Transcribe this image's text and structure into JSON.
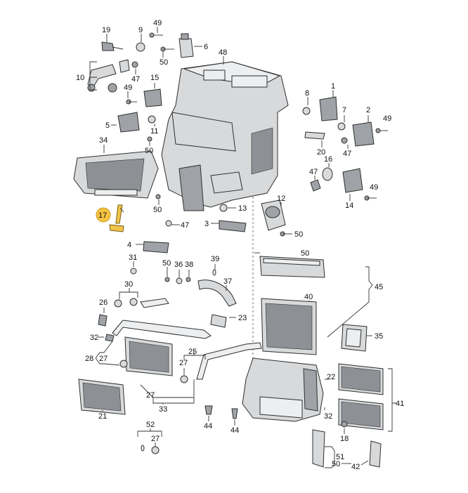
{
  "labels": [
    {
      "id": "19",
      "text": "19"
    },
    {
      "id": "9",
      "text": "9"
    },
    {
      "id": "49a",
      "text": "49"
    },
    {
      "id": "6",
      "text": "6"
    },
    {
      "id": "48",
      "text": "48"
    },
    {
      "id": "50a",
      "text": "50"
    },
    {
      "id": "10",
      "text": "10"
    },
    {
      "id": "47a",
      "text": "47"
    },
    {
      "id": "15",
      "text": "15"
    },
    {
      "id": "49b",
      "text": "49"
    },
    {
      "id": "5",
      "text": "5"
    },
    {
      "id": "11",
      "text": "11"
    },
    {
      "id": "50b",
      "text": "50"
    },
    {
      "id": "34",
      "text": "34"
    },
    {
      "id": "8",
      "text": "8"
    },
    {
      "id": "1",
      "text": "1"
    },
    {
      "id": "7",
      "text": "7"
    },
    {
      "id": "2",
      "text": "2"
    },
    {
      "id": "49c",
      "text": "49"
    },
    {
      "id": "20",
      "text": "20"
    },
    {
      "id": "47b",
      "text": "47"
    },
    {
      "id": "16",
      "text": "16"
    },
    {
      "id": "47c",
      "text": "47"
    },
    {
      "id": "49d",
      "text": "49"
    },
    {
      "id": "14",
      "text": "14"
    },
    {
      "id": "12",
      "text": "12"
    },
    {
      "id": "13",
      "text": "13"
    },
    {
      "id": "50c",
      "text": "50"
    },
    {
      "id": "17",
      "text": "17"
    },
    {
      "id": "47d",
      "text": "47"
    },
    {
      "id": "3",
      "text": "3"
    },
    {
      "id": "50d",
      "text": "50"
    },
    {
      "id": "4",
      "text": "4"
    },
    {
      "id": "50e",
      "text": "50"
    },
    {
      "id": "39",
      "text": "39"
    },
    {
      "id": "31",
      "text": "31"
    },
    {
      "id": "50f",
      "text": "50"
    },
    {
      "id": "36",
      "text": "36"
    },
    {
      "id": "38",
      "text": "38"
    },
    {
      "id": "45",
      "text": "45"
    },
    {
      "id": "37",
      "text": "37"
    },
    {
      "id": "30",
      "text": "30"
    },
    {
      "id": "40",
      "text": "40"
    },
    {
      "id": "26",
      "text": "26"
    },
    {
      "id": "23",
      "text": "23"
    },
    {
      "id": "32a",
      "text": "32"
    },
    {
      "id": "35",
      "text": "35"
    },
    {
      "id": "28",
      "text": "28"
    },
    {
      "id": "27a",
      "text": "27"
    },
    {
      "id": "25",
      "text": "25"
    },
    {
      "id": "27b",
      "text": "27"
    },
    {
      "id": "22",
      "text": "22"
    },
    {
      "id": "27c",
      "text": "27"
    },
    {
      "id": "33",
      "text": "33"
    },
    {
      "id": "41",
      "text": "41"
    },
    {
      "id": "21",
      "text": "21"
    },
    {
      "id": "32b",
      "text": "32"
    },
    {
      "id": "44a",
      "text": "44"
    },
    {
      "id": "44b",
      "text": "44"
    },
    {
      "id": "18",
      "text": "18"
    },
    {
      "id": "52",
      "text": "52"
    },
    {
      "id": "27d",
      "text": "27"
    },
    {
      "id": "51",
      "text": "51"
    },
    {
      "id": "50g",
      "text": "50"
    },
    {
      "id": "42",
      "text": "42"
    }
  ],
  "highlight": {
    "part_number": "17",
    "color": "#f1c44a"
  }
}
